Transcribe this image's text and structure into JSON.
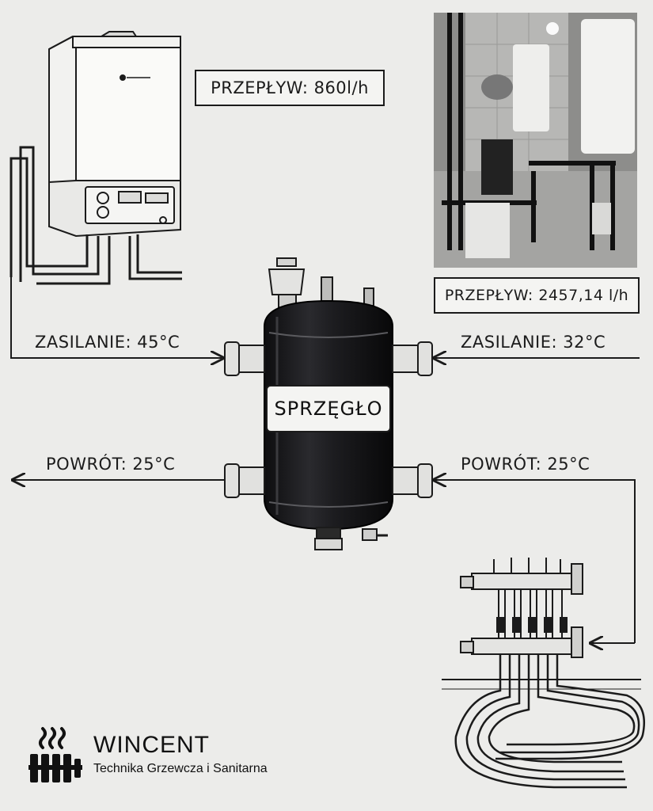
{
  "labels": {
    "flow_boiler": "PRZEPŁYW: 860l/h",
    "flow_system": "PRZEPŁYW: 2457,14 l/h",
    "supply_left": "ZASILANIE: 45°C",
    "supply_right": "ZASILANIE: 32°C",
    "return_left": "POWRÓT: 25°C",
    "return_right": "POWRÓT: 25°C",
    "separator": "SPRZĘGŁO"
  },
  "brand": {
    "name": "WINCENT",
    "tagline": "Technika Grzewcza i Sanitarna"
  },
  "icons": {
    "logo": "radiator-heat-icon",
    "boiler": "gas-boiler-illustration",
    "separator": "hydraulic-separator-illustration",
    "manifold": "underfloor-manifold-illustration",
    "photo": "boiler-room-photo"
  },
  "colors": {
    "ink": "#1b1b1b",
    "paper": "#ececea",
    "tank": "#1a1a1c"
  }
}
